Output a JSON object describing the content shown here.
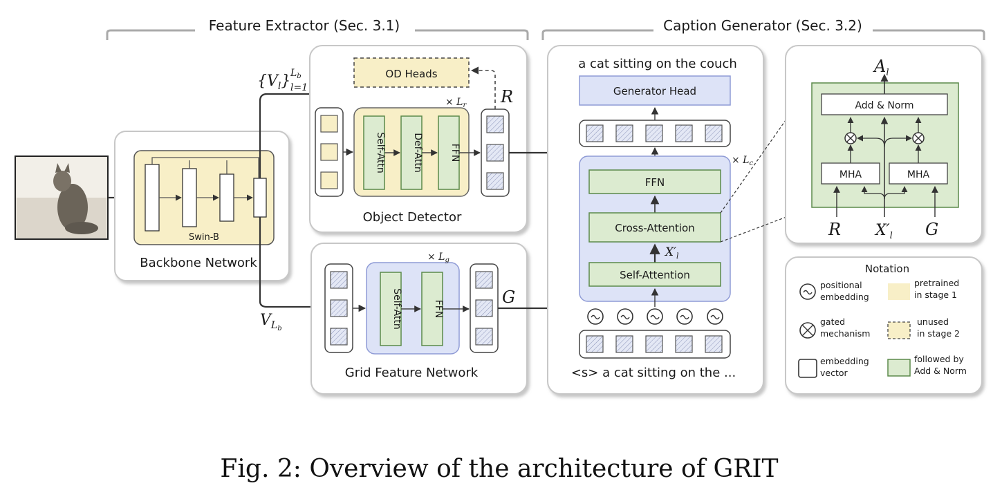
{
  "sections": {
    "feature_extractor": "Feature Extractor (Sec. 3.1)",
    "caption_generator": "Caption Generator (Sec. 3.2)"
  },
  "backbone": {
    "title": "Backbone Network",
    "swin_label": "Swin-B"
  },
  "object_detector": {
    "title": "Object Detector",
    "self_attn": "Self-Attn",
    "def_attn": "Def-Attn",
    "ffn": "FFN",
    "repeat": "× L",
    "repeat_sub": "r",
    "od_heads": "OD Heads",
    "output_symbol": "R"
  },
  "grid_network": {
    "title": "Grid Feature Network",
    "self_attn": "Self-Attn",
    "ffn": "FFN",
    "repeat": "× L",
    "repeat_sub": "g",
    "output_symbol": "G"
  },
  "features": {
    "multi_scale": "{V",
    "multi_scale_sub": "l",
    "multi_scale_close": "}",
    "multi_scale_sup": "L",
    "multi_scale_sup_sub": "b",
    "multi_scale_range": "l=1",
    "last_scale": "V",
    "last_scale_sub": "L",
    "last_scale_sub_sub": "b"
  },
  "caption_generator": {
    "output_text": "a cat sitting on the couch",
    "generator_head": "Generator Head",
    "ffn": "FFN",
    "cross_attention": "Cross-Attention",
    "self_attention": "Self-Attention",
    "repeat": "× L",
    "repeat_sub": "c",
    "input_text": "<s> a cat sitting on the ...",
    "hidden": "X′",
    "hidden_sub": "l"
  },
  "cross_detail": {
    "add_norm": "Add & Norm",
    "mha_left": "MHA",
    "mha_right": "MHA",
    "output": "A",
    "output_sub": "l",
    "in_region": "R",
    "in_hidden": "X′",
    "in_hidden_sub": "l",
    "in_grid": "G"
  },
  "notation": {
    "title": "Notation",
    "pos_embed": [
      "positional",
      "embedding"
    ],
    "gated": [
      "gated",
      "mechanism"
    ],
    "embed_vec": [
      "embedding",
      "vector"
    ],
    "pretrained": [
      "pretrained",
      "in stage 1"
    ],
    "unused": [
      "unused",
      "in stage 2"
    ],
    "followed": [
      "followed by",
      "Add & Norm"
    ]
  },
  "figure_caption": "Fig. 2: Overview of the architecture of GRIT",
  "colors": {
    "panel_border": "#bdbdbd",
    "yellow_fill": "#f8efc7",
    "green_fill": "#dcebd0",
    "green_stroke": "#5b8a4a",
    "blue_fill": "#dde3f7",
    "blue_stroke": "#8f9bd6",
    "dashed_fill": "#f8efc7"
  }
}
